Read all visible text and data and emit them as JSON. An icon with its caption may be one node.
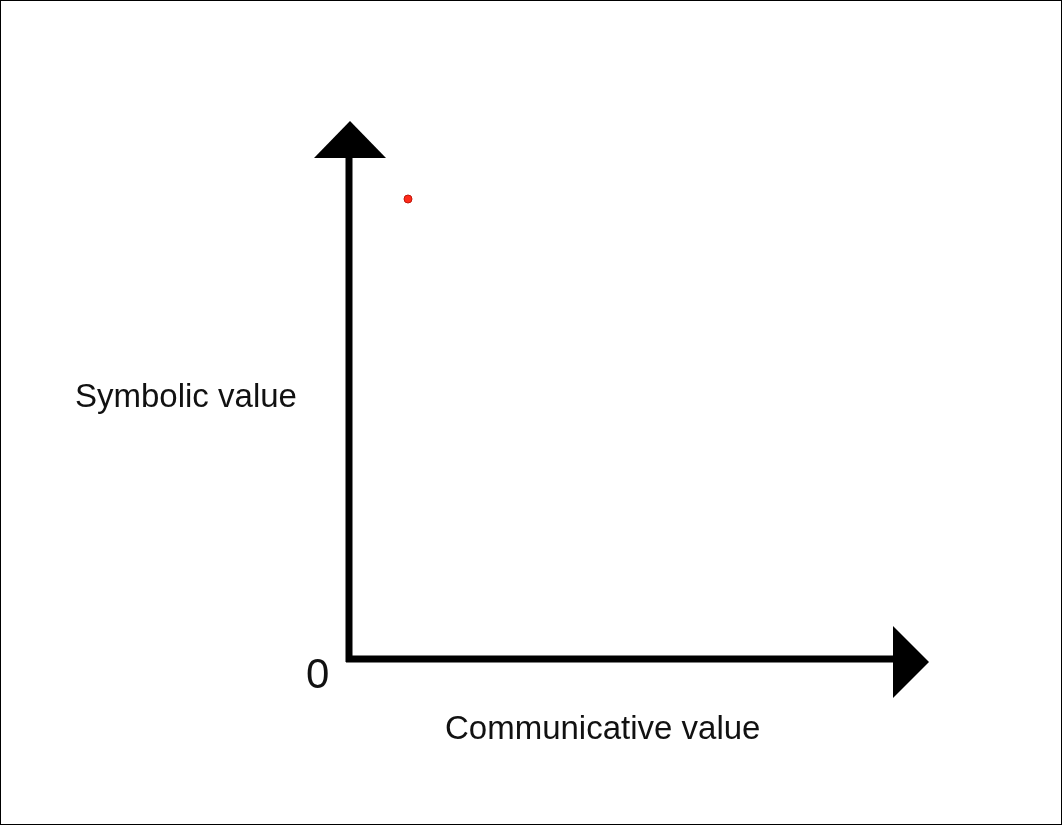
{
  "diagram": {
    "labels": [
      "Symbolic value",
      "0",
      "Communicative value"
    ]
  }
}
